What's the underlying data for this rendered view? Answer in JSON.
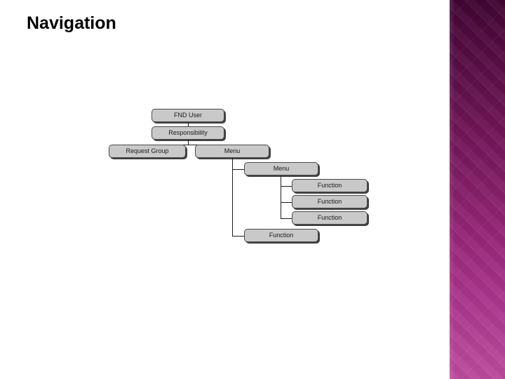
{
  "slide": {
    "title": "Navigation",
    "background_color": "#ffffff"
  },
  "side_panel": {
    "gradient_top_color": "#3f0733",
    "gradient_bottom_color": "#bb4b9c",
    "pattern": "diamond-lattice"
  },
  "diagram": {
    "type": "hierarchy",
    "nodes": [
      {
        "id": "fnd-user",
        "label": "FND User"
      },
      {
        "id": "responsibility",
        "label": "Responsibility"
      },
      {
        "id": "request-group",
        "label": "Request Group"
      },
      {
        "id": "menu-top",
        "label": "Menu"
      },
      {
        "id": "menu-sub",
        "label": "Menu"
      },
      {
        "id": "function-1",
        "label": "Function"
      },
      {
        "id": "function-2",
        "label": "Function"
      },
      {
        "id": "function-3",
        "label": "Function"
      },
      {
        "id": "function-4",
        "label": "Function"
      }
    ],
    "node_fill_color": "#c9c9c9",
    "node_border_color": "#4a4a4a",
    "connector_color": "#1d1d1d"
  }
}
